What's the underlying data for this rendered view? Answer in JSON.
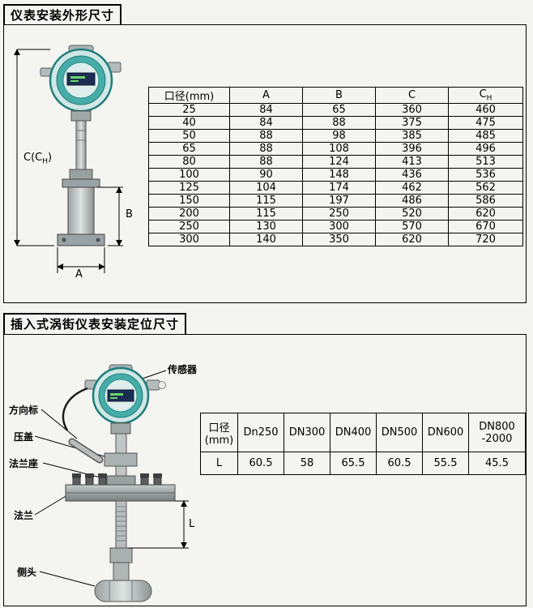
{
  "section1": {
    "title": "仪表安装外形尺寸",
    "dims": {
      "c_pre": "C(C",
      "c_sub": "H",
      "c_post": ")",
      "b": "B",
      "a": "A"
    },
    "table": {
      "header_diameter": "口径(mm)",
      "header_a": "A",
      "header_b": "B",
      "header_c": "C",
      "header_ch_main": "C",
      "header_ch_sub": "H",
      "rows": [
        [
          "25",
          "84",
          "65",
          "360",
          "460"
        ],
        [
          "40",
          "84",
          "88",
          "375",
          "475"
        ],
        [
          "50",
          "88",
          "98",
          "385",
          "485"
        ],
        [
          "65",
          "88",
          "108",
          "396",
          "496"
        ],
        [
          "80",
          "88",
          "124",
          "413",
          "513"
        ],
        [
          "100",
          "90",
          "148",
          "436",
          "536"
        ],
        [
          "125",
          "104",
          "174",
          "462",
          "562"
        ],
        [
          "150",
          "115",
          "197",
          "486",
          "586"
        ],
        [
          "200",
          "115",
          "250",
          "520",
          "620"
        ],
        [
          "250",
          "130",
          "300",
          "570",
          "670"
        ],
        [
          "300",
          "140",
          "350",
          "620",
          "720"
        ]
      ]
    }
  },
  "section2": {
    "title": "插入式涡街仪表安装定位尺寸",
    "labels": {
      "sensor": "传感器",
      "direction": "方向标",
      "gland": "压盖",
      "flange_seat": "法兰座",
      "flange": "法兰",
      "probe": "侧头",
      "dim_l": "L"
    },
    "table": {
      "headers": [
        "口径\n(mm)",
        "Dn250",
        "DN300",
        "DN400",
        "DN500",
        "DN600",
        "DN800\n-2000"
      ],
      "row": [
        "L",
        "60.5",
        "58",
        "65.5",
        "60.5",
        "55.5",
        "45.5"
      ]
    }
  }
}
